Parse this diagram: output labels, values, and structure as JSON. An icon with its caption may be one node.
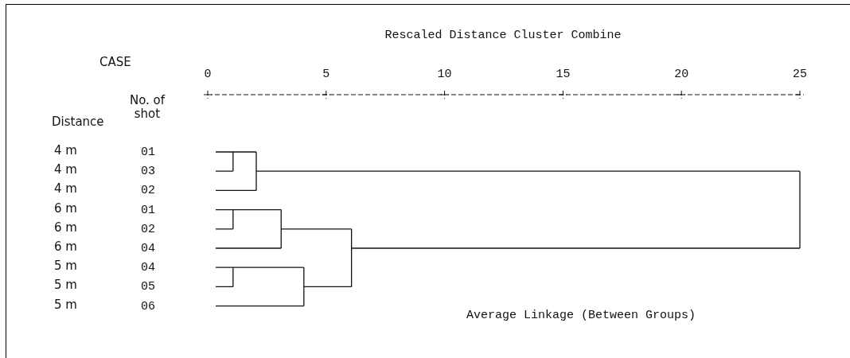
{
  "diagram": {
    "title": "Rescaled Distance Cluster Combine",
    "caption": "Average Linkage (Between Groups)",
    "labels": [
      "CASE",
      "0",
      "5",
      "10",
      "15",
      "20",
      "25",
      "Distance",
      "No. of shot",
      "4 m",
      "01",
      "4 m",
      "03",
      "4 m",
      "02",
      "6 m",
      "01",
      "6 m",
      "02",
      "6 m",
      "04",
      "5 m",
      "04",
      "5 m",
      "05",
      "5 m",
      "06"
    ]
  }
}
